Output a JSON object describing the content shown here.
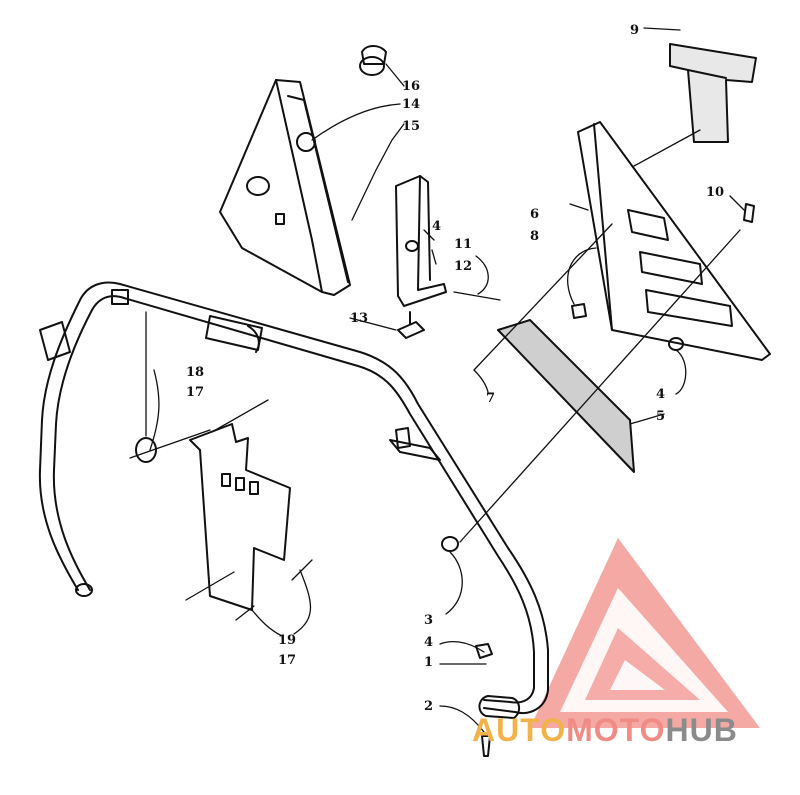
{
  "callouts": {
    "n1": "1",
    "n2": "2",
    "n3": "3",
    "n4a": "4",
    "n4b": "4",
    "n4c": "4",
    "n5": "5",
    "n6": "6",
    "n7": "7",
    "n8": "8",
    "n9": "9",
    "n10": "10",
    "n11": "11",
    "n12": "12",
    "n13": "13",
    "n14": "14",
    "n15": "15",
    "n16": "16",
    "n17a": "17",
    "n17b": "17",
    "n18": "18",
    "n19": "19"
  },
  "watermark": {
    "part1": "AUTO",
    "part2": "MOTO",
    "part3": "HUB",
    "colors": {
      "auto": "#f2b24a",
      "moto": "#f08b86",
      "hub": "#8b8b8b",
      "logo": "#ef6f6a"
    }
  }
}
